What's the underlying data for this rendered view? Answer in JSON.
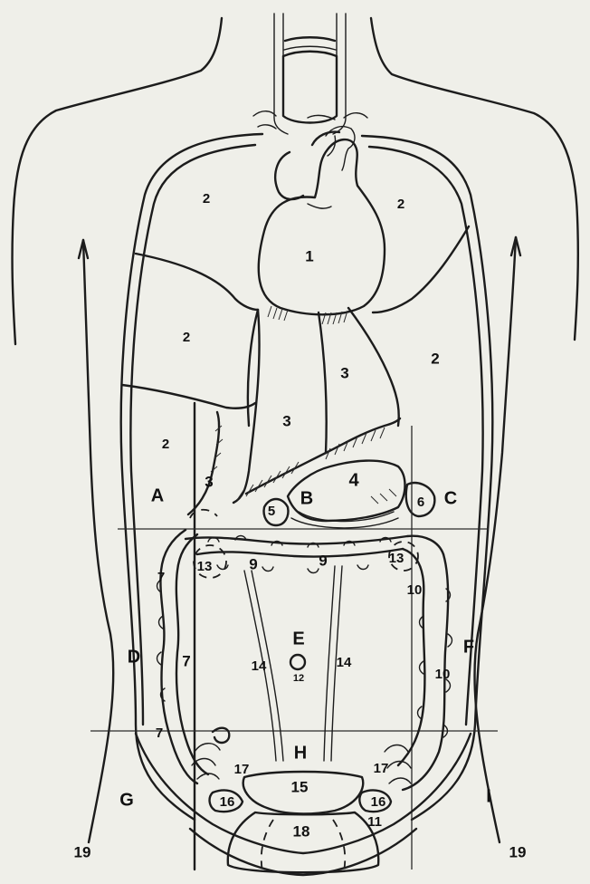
{
  "labels": {
    "heart": "1",
    "lung_upper_left": "2",
    "lung_upper_right": "2",
    "lung_mid_left": "2",
    "lung_mid_right": "2",
    "lung_lower_left": "2",
    "liver_center": "3",
    "liver_right": "3",
    "liver_left_small": "3",
    "stomach": "4",
    "gallbladder": "5",
    "spleen": "6",
    "colon_left_upper": "7",
    "colon_left_mid": "7",
    "colon_left_lower": "7",
    "transverse_left": "9",
    "transverse_right": "9",
    "descending_upper": "10",
    "descending_lower": "10",
    "sigmoid": "11",
    "navel": "12",
    "flexure_left": "13",
    "flexure_right": "13",
    "ureter_left": "14",
    "ureter_right": "14",
    "bladder_top": "15",
    "iliac_left": "16",
    "iliac_right": "16",
    "cecum_right": "17",
    "appendix_left": "17",
    "bladder": "18",
    "hip_left": "19",
    "hip_right": "19",
    "region_A": "A",
    "region_B": "B",
    "region_C": "C",
    "region_D": "D",
    "region_E": "E",
    "region_F": "F",
    "region_G": "G",
    "region_H": "H",
    "region_I": "I"
  }
}
